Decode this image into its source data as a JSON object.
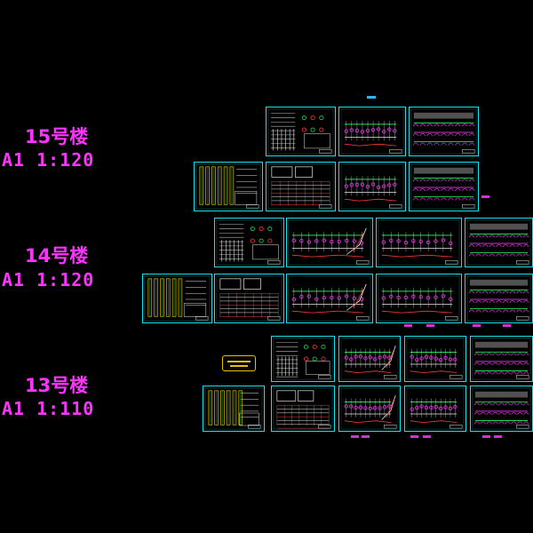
{
  "buildings": [
    {
      "name": "15号楼",
      "scale": "A1    1:120"
    },
    {
      "name": "14号楼",
      "scale": "A1    1:120"
    },
    {
      "name": "13号楼",
      "scale": "A1    1:110"
    }
  ],
  "colors": {
    "background": "#000000",
    "label": "#ff33ff",
    "frame": "#17e3f0",
    "accent_magenta": "#d62fd6",
    "accent_red": "#ff3b3b",
    "accent_green": "#22dd55",
    "accent_yellow": "#e6c200",
    "accent_white": "#e8e8e8"
  },
  "sheet_types": [
    "notes",
    "schedule",
    "plan",
    "elevation",
    "section",
    "column_grid"
  ]
}
